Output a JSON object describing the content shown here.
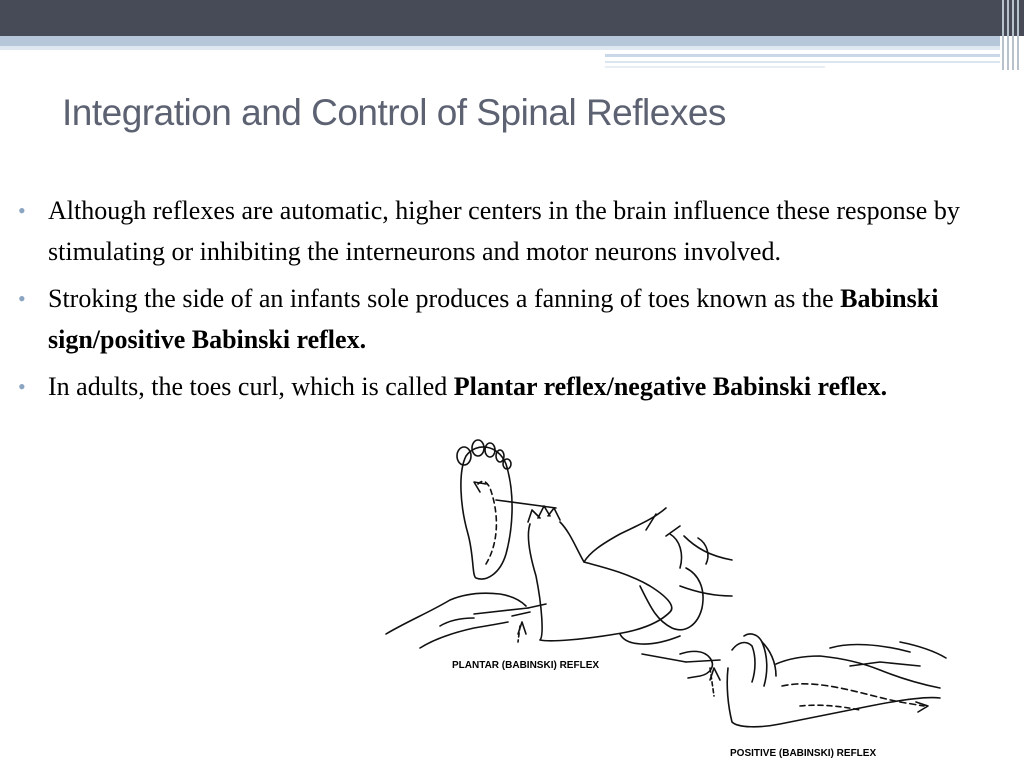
{
  "slide": {
    "title": "Integration and Control of Spinal Reflexes",
    "bullet_glyph": "•",
    "bullets": [
      {
        "text": " Although reflexes are automatic, higher centers in the brain influence these response by stimulating or inhibiting the interneurons and motor neurons involved.",
        "bold": ""
      },
      {
        "text": "Stroking the side of an infants sole produces a fanning of toes known as the ",
        "bold": "Babinski sign/positive Babinski reflex."
      },
      {
        "text": "In adults, the toes curl, which is called ",
        "bold": "Plantar reflex/negative Babinski reflex."
      }
    ]
  },
  "figure": {
    "caption_plantar": "PLANTAR (BABINSKI) REFLEX",
    "caption_positive": "POSITIVE (BABINSKI) REFLEX"
  },
  "colors": {
    "top_bar": "#474b58",
    "accent_band": "#b6c7da",
    "title": "#5d6272",
    "bullet": "#8aa4c2"
  }
}
